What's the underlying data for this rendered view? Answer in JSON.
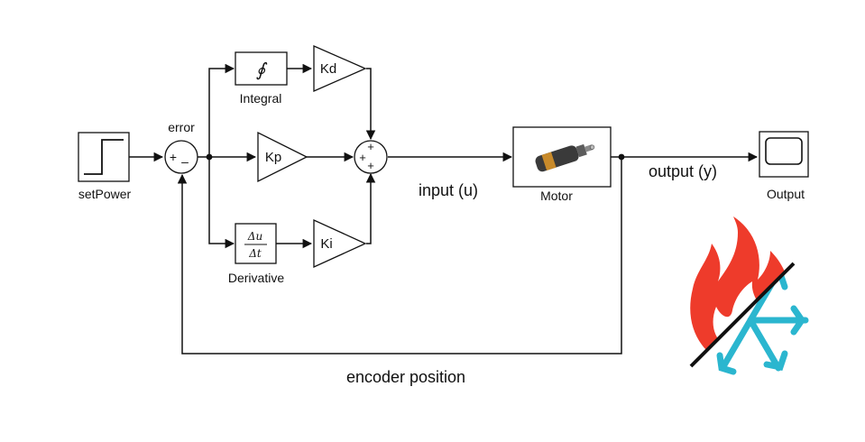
{
  "blocks": {
    "setpower": {
      "label": "setPower"
    },
    "sum_error": {
      "label": "error",
      "signs": [
        "+",
        "–"
      ]
    },
    "integral": {
      "label": "Integral",
      "symbol": "∮"
    },
    "derivative": {
      "label": "Derivative",
      "num": "Δu",
      "den": "Δt"
    },
    "kd": {
      "label": "Kd"
    },
    "kp": {
      "label": "Kp"
    },
    "ki": {
      "label": "Ki"
    },
    "sum_pid": {
      "signs": [
        "+",
        "+",
        "+"
      ]
    },
    "motor": {
      "label": "Motor"
    },
    "scope": {
      "label": "Output"
    }
  },
  "signals": {
    "input": "input (u)",
    "output": "output (y)",
    "feedback": "encoder position"
  },
  "colors": {
    "line": "#111111",
    "flame": "#ee3b2b",
    "snowflake": "#2bb6cf",
    "motor_body": "#3a3a3a",
    "motor_band": "#c88a2a"
  },
  "icons": [
    "step-icon",
    "integral-icon",
    "motor-icon",
    "scope-icon",
    "fire-and-ice-icon"
  ]
}
